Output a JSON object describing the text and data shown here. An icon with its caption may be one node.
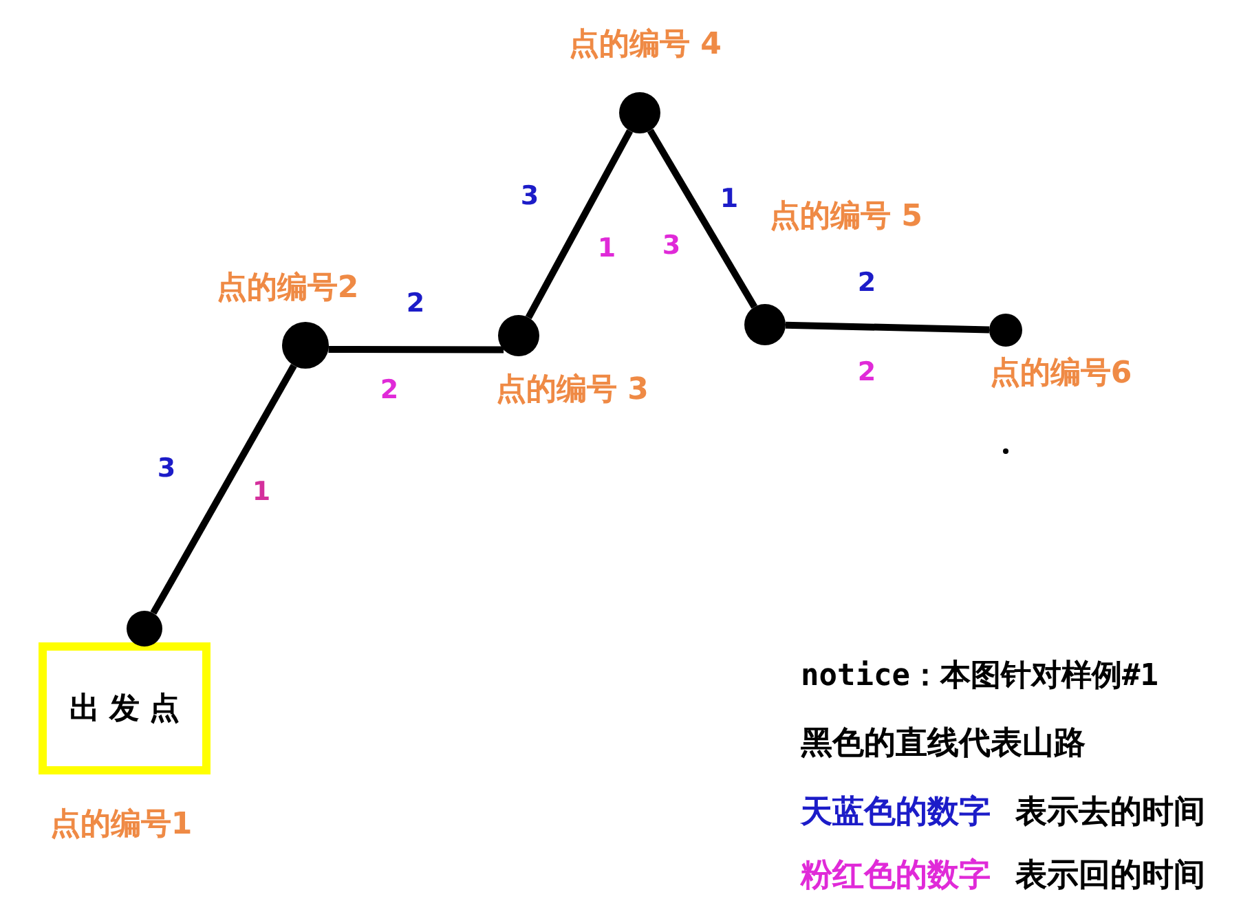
{
  "diagram": {
    "nodes": [
      {
        "text": [
          "出发点"
        ],
        "beside": [
          "点的编号1"
        ]
      },
      {
        "text": [],
        "shape": "circle"
      },
      {
        "text": [],
        "shape": "circle",
        "beside": [
          "点的编号2"
        ]
      },
      {
        "text": [],
        "shape": "circle",
        "beside": [
          "点的编号 3"
        ]
      },
      {
        "text": [],
        "shape": "circle",
        "beside": [
          "点的编号 4"
        ]
      },
      {
        "text": [],
        "shape": "circle",
        "beside": [
          "点的编号 5"
        ]
      },
      {
        "text": [],
        "shape": "circle",
        "beside": [
          "点的编号6"
        ]
      }
    ],
    "edges": [
      {
        "from": 1,
        "to": 2,
        "arrow": "none",
        "label": "3"
      },
      {
        "from": 2,
        "to": 3,
        "arrow": "none",
        "label": "2"
      },
      {
        "from": 3,
        "to": 4,
        "arrow": "none",
        "label": "3"
      },
      {
        "from": 4,
        "to": 5,
        "arrow": "none",
        "label": "1"
      },
      {
        "from": 5,
        "to": 6,
        "arrow": "none",
        "label": "2"
      }
    ],
    "labels": [
      "1",
      "2",
      "1",
      "3",
      "2",
      "notice：本图针对样例#1",
      "黑色的直线代表山路",
      "天蓝色的数字",
      "表示去的时间",
      "粉红色的数字",
      "表示回的时间"
    ]
  }
}
